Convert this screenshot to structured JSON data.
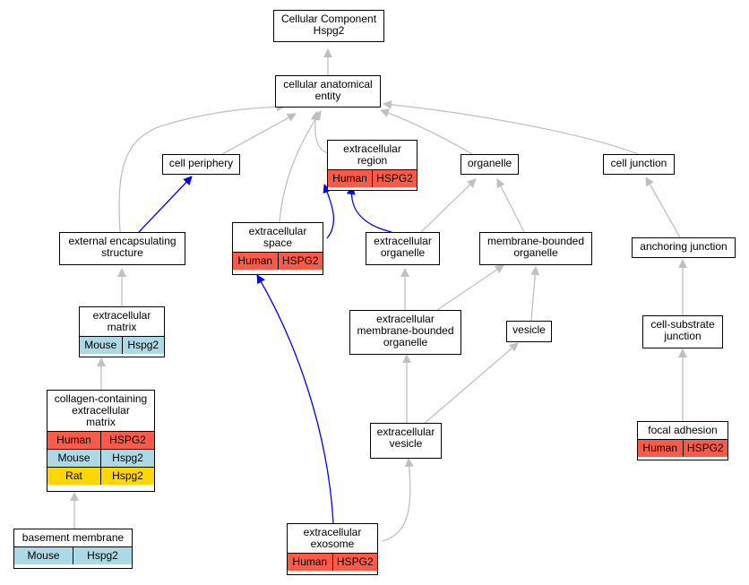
{
  "colors": {
    "human": "#fa5a47",
    "mouse": "#add8e6",
    "rat": "#ffd700",
    "gray_edge": "#c0c0c0",
    "blue_edge": "#0000ff"
  },
  "nodes": {
    "root": {
      "title": "Cellular Component\nHspg2"
    },
    "cae": {
      "title": "cellular anatomical\nentity"
    },
    "periphery": {
      "title": "cell periphery"
    },
    "ecregion": {
      "title": "extracellular\nregion",
      "rows": [
        {
          "species": "Human",
          "symbol": "HSPG2"
        }
      ]
    },
    "organelle": {
      "title": "organelle"
    },
    "junction": {
      "title": "cell junction"
    },
    "ees": {
      "title": "external encapsulating\nstructure"
    },
    "ecspace": {
      "title": "extracellular\nspace",
      "rows": [
        {
          "species": "Human",
          "symbol": "HSPG2"
        }
      ]
    },
    "ecorg": {
      "title": "extracellular\norganelle"
    },
    "mbo": {
      "title": "membrane-bounded\norganelle"
    },
    "anchoring": {
      "title": "anchoring junction"
    },
    "ecm": {
      "title": "extracellular\nmatrix",
      "rows": [
        {
          "species": "Mouse",
          "symbol": "Hspg2"
        }
      ]
    },
    "ecmbo": {
      "title": "extracellular\nmembrane-bounded\norganelle"
    },
    "vesicle": {
      "title": "vesicle"
    },
    "csj": {
      "title": "cell-substrate\njunction"
    },
    "collagen": {
      "title": "collagen-containing\nextracellular\nmatrix",
      "rows": [
        {
          "species": "Human",
          "symbol": "HSPG2"
        },
        {
          "species": "Mouse",
          "symbol": "Hspg2"
        },
        {
          "species": "Rat",
          "symbol": "Hspg2"
        }
      ]
    },
    "ecves": {
      "title": "extracellular\nvesicle"
    },
    "focal": {
      "title": "focal adhesion",
      "rows": [
        {
          "species": "Human",
          "symbol": "HSPG2"
        }
      ]
    },
    "basement": {
      "title": "basement membrane",
      "rows": [
        {
          "species": "Mouse",
          "symbol": "Hspg2"
        }
      ]
    },
    "exosome": {
      "title": "extracellular\nexosome",
      "rows": [
        {
          "species": "Human",
          "symbol": "HSPG2"
        }
      ]
    }
  }
}
